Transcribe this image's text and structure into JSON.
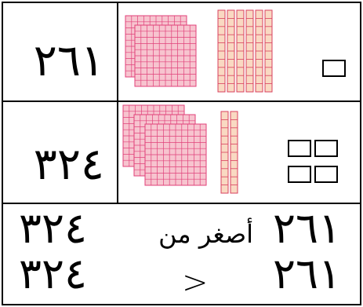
{
  "rows": [
    {
      "number": "٢٦١",
      "hundreds": 2,
      "tens": 6,
      "ones": 1
    },
    {
      "number": "٣٢٤",
      "hundreds": 3,
      "tens": 2,
      "ones": 4
    }
  ],
  "comparison": {
    "left_number": "٣٢٤",
    "phrase": "أصغر من",
    "right_number": "٢٦١"
  },
  "symbol_row": {
    "left_number": "٣٢٤",
    "symbol": ">",
    "right_number": "٢٦١"
  },
  "colors": {
    "hundred_fill": "#f7c4cf",
    "hundred_grid": "#e0407a",
    "ten_fill": "#f9d9c2",
    "ten_grid": "#d9405f"
  }
}
